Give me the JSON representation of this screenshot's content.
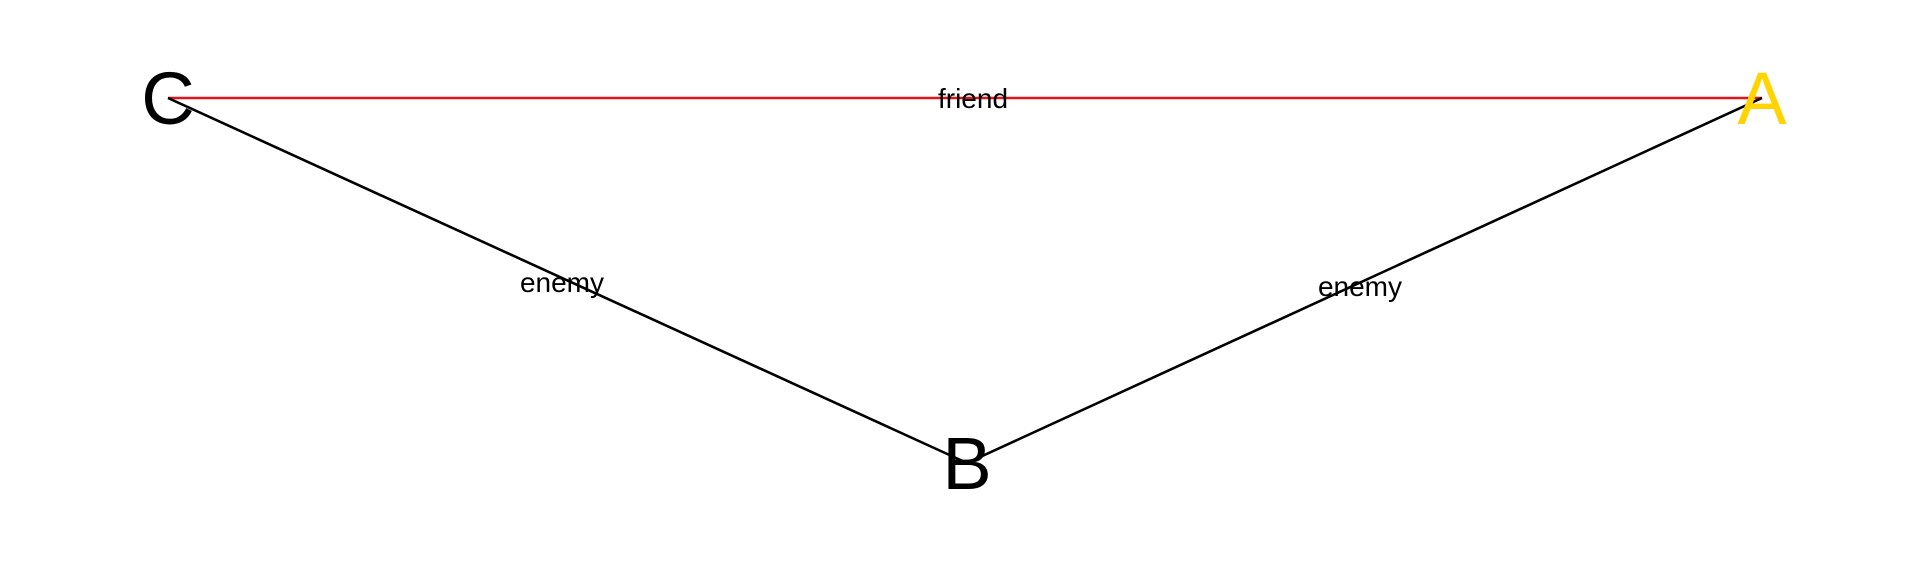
{
  "diagram": {
    "nodes": [
      {
        "id": "C",
        "label": "C",
        "color": "#000000"
      },
      {
        "id": "A",
        "label": "A",
        "color": "#FFD400"
      },
      {
        "id": "B",
        "label": "B",
        "color": "#000000"
      }
    ],
    "edges": [
      {
        "from": "C",
        "to": "A",
        "label": "friend",
        "color": "#E0141E"
      },
      {
        "from": "C",
        "to": "B",
        "label": "enemy",
        "color": "#000000"
      },
      {
        "from": "A",
        "to": "B",
        "label": "enemy",
        "color": "#000000"
      }
    ]
  }
}
